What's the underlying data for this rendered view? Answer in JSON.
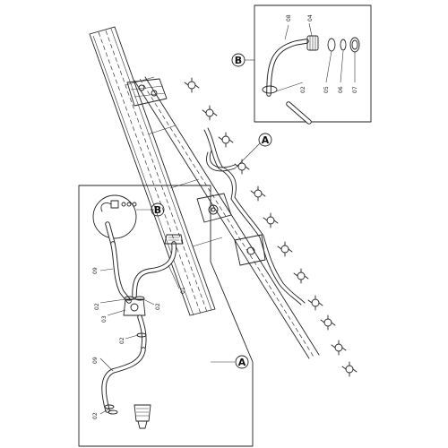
{
  "callouts": {
    "detail_b": "B",
    "detail_a": "A",
    "inset_a_marker": "A",
    "inset_b_marker": "B"
  },
  "detail_b_parts": {
    "p08": "08",
    "p04": "04",
    "p02": "02",
    "p05": "05",
    "p06": "06",
    "p07": "07"
  },
  "detail_a_parts": {
    "p09_top": "09",
    "p02_upper_left": "02",
    "p03": "03",
    "p02_upper_right": "02",
    "p01": "01",
    "p02_mid": "02",
    "p09_bottom": "09",
    "p02_bottom": "02"
  }
}
